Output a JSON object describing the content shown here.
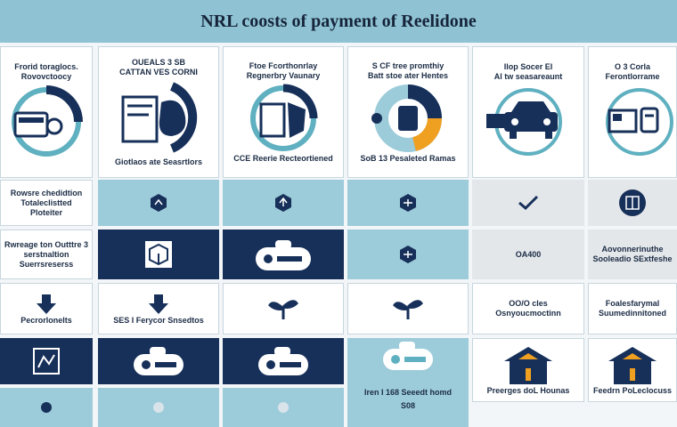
{
  "title": "NRL coosts of payment of Reelidone",
  "columns": [
    {
      "header_top": "Frorid toraglocs.",
      "header_bottom": "Rovovctoocy",
      "caption": ""
    },
    {
      "header_top": "OUEALS 3 SB",
      "header_bottom": "CATTAN VES CORNI",
      "caption": "Giotlaos ate Seasrtlors"
    },
    {
      "header_top": "Ftoe Fcorthonrlay",
      "header_bottom": "Regnerbry Vaunary",
      "caption": "CCE Reerie Recteortiened"
    },
    {
      "header_top": "S CF tree promthiy",
      "header_bottom": "Batt stoe ater Hentes",
      "caption": "SoB 13 Pesaleted Ramas"
    },
    {
      "header_top": "Ilop Socer EI",
      "header_bottom": "Al tw seasareaunt",
      "caption": ""
    },
    {
      "header_top": "O 3 Corla",
      "header_bottom": "Ferontlorrame",
      "caption": ""
    }
  ],
  "rows": {
    "r2_col1": "Rowsre chedidtion Totaleclistted Ploteiter",
    "r3_col1": "Rwreage ton Outttre 3 serstnaltion Suerrsreserss",
    "r3_col5": "OA400",
    "r3_col6": "Aovonnerinuthe Sooleadio SExtfeshe",
    "r4_col5": "OO/O cles Osnyoucmoctinn",
    "r4_col6": "Foalesfarymal Suumedinnitoned",
    "r4_col1_caption": "Pecrorlonelts",
    "r4_col2_caption": "SES I Ferycor Snsedtos",
    "r5_col4": "Iren I 168 Seeedt homd",
    "r5_col4_value": "S08",
    "r5_col5": "Preerges doL Hounas",
    "r5_col6": "Feedrn PoLeclocuss"
  },
  "colors": {
    "navy": "#17305a",
    "light_blue": "#9ccbd9",
    "accent_orange": "#f0a020",
    "accent_teal": "#5fb0c0"
  }
}
